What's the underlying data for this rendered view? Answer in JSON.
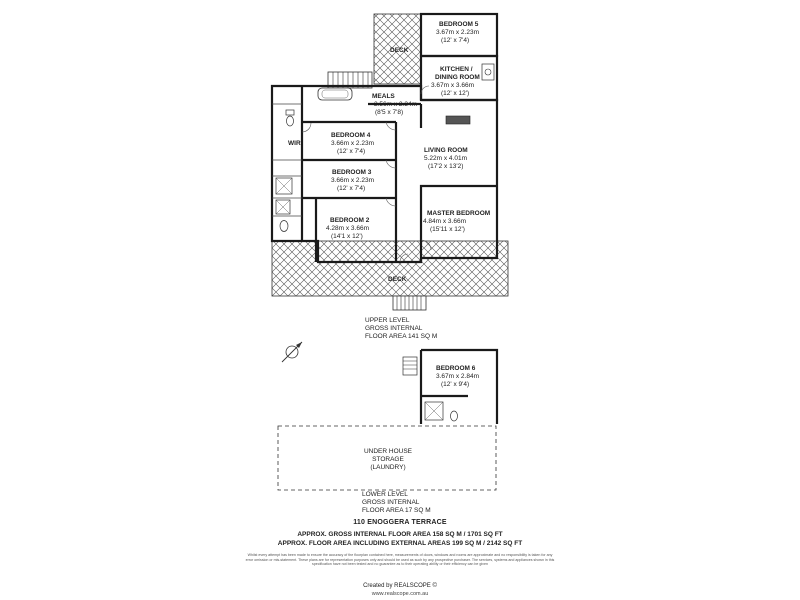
{
  "rooms": {
    "bedroom5": {
      "name": "BEDROOM 5",
      "dims": "3.67m x 2.23m",
      "imperial": "(12' x 7'4)"
    },
    "kitchen": {
      "name1": "KITCHEN /",
      "name2": "DINING ROOM",
      "dims": "3.67m x 3.66m",
      "imperial": "(12' x 12')"
    },
    "meals": {
      "name": "MEALS",
      "dims": "2.56m x 2.34m",
      "imperial": "(8'5 x 7'8)"
    },
    "bedroom4": {
      "name": "BEDROOM 4",
      "dims": "3.66m x 2.23m",
      "imperial": "(12' x 7'4)"
    },
    "living": {
      "name": "LIVING ROOM",
      "dims": "5.22m x 4.01m",
      "imperial": "(17'2 x 13'2)"
    },
    "bedroom3": {
      "name": "BEDROOM 3",
      "dims": "3.66m x 2.23m",
      "imperial": "(12' x 7'4)"
    },
    "master": {
      "name": "MASTER BEDROOM",
      "dims": "4.84m x 3.66m",
      "imperial": "(15'11 x 12')"
    },
    "bedroom2": {
      "name": "BEDROOM 2",
      "dims": "4.28m x 3.66m",
      "imperial": "(14'1 x 12')"
    },
    "bedroom6": {
      "name": "BEDROOM 6",
      "dims": "3.67m x 2.84m",
      "imperial": "(12' x 9'4)"
    },
    "wir": "WIR",
    "deck_top": "DECK",
    "deck_bottom": "DECK",
    "storage": {
      "line1": "UNDER HOUSE",
      "line2": "STORAGE",
      "line3": "(LAUNDRY)"
    }
  },
  "levels": {
    "upper": {
      "line1": "UPPER LEVEL",
      "line2": "GROSS INTERNAL",
      "line3": "FLOOR AREA 141 SQ M"
    },
    "lower": {
      "line1": "LOWER LEVEL",
      "line2": "GROSS INTERNAL",
      "line3": "FLOOR AREA 17 SQ M"
    }
  },
  "footer": {
    "address": "110 ENOGGERA TERRACE",
    "area_internal": "APPROX. GROSS INTERNAL FLOOR AREA 158 SQ M / 1701 SQ FT",
    "area_external": "APPROX. FLOOR AREA INCLUDING EXTERNAL AREAS 199 SQ M / 2142 SQ FT",
    "disclaimer": "Whilst every attempt has been made to ensure the accuracy of the floorplan contained here, measurements of doors, windows and rooms are approximate and no responsibility is taken for any error omission or mis-statement. These plans are for representation purposes only and should be used as such by any prospective purchaser. The services, systems and appliances shown in this specification have not been tested and no guarantee as to their operating ability or their efficiency can be given",
    "credit": "Created by REALSCOPE ©",
    "website": "www.realscope.com.au"
  },
  "icons": [
    "compass-icon",
    "stairs-icon",
    "toilet-icon",
    "shower-icon",
    "bath-icon",
    "sink-icon",
    "door-swing-icon",
    "fireplace-icon"
  ]
}
